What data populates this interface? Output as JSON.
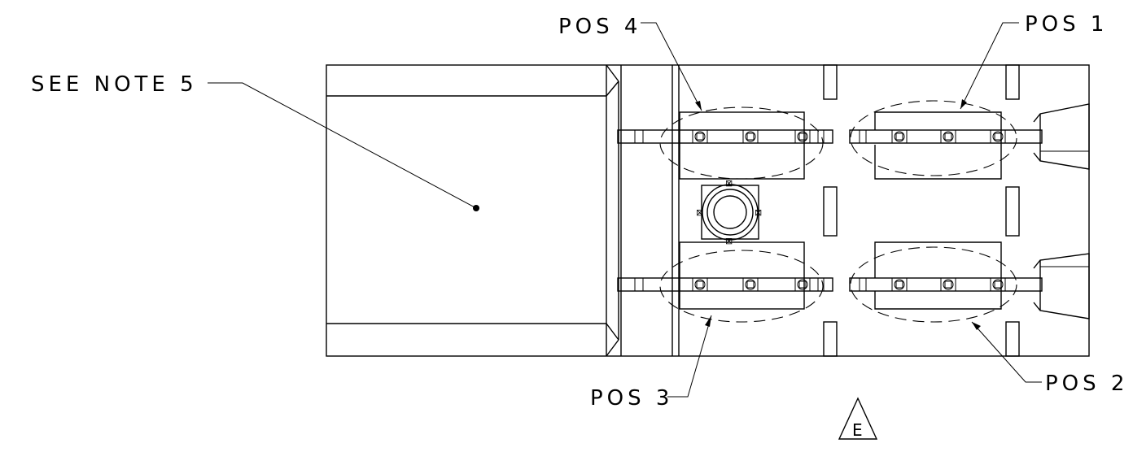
{
  "labels": {
    "pos1": "POS 1",
    "pos2": "POS 2",
    "pos3": "POS 3",
    "pos4": "POS 4",
    "note": "SEE NOTE 5",
    "revision": "E"
  }
}
